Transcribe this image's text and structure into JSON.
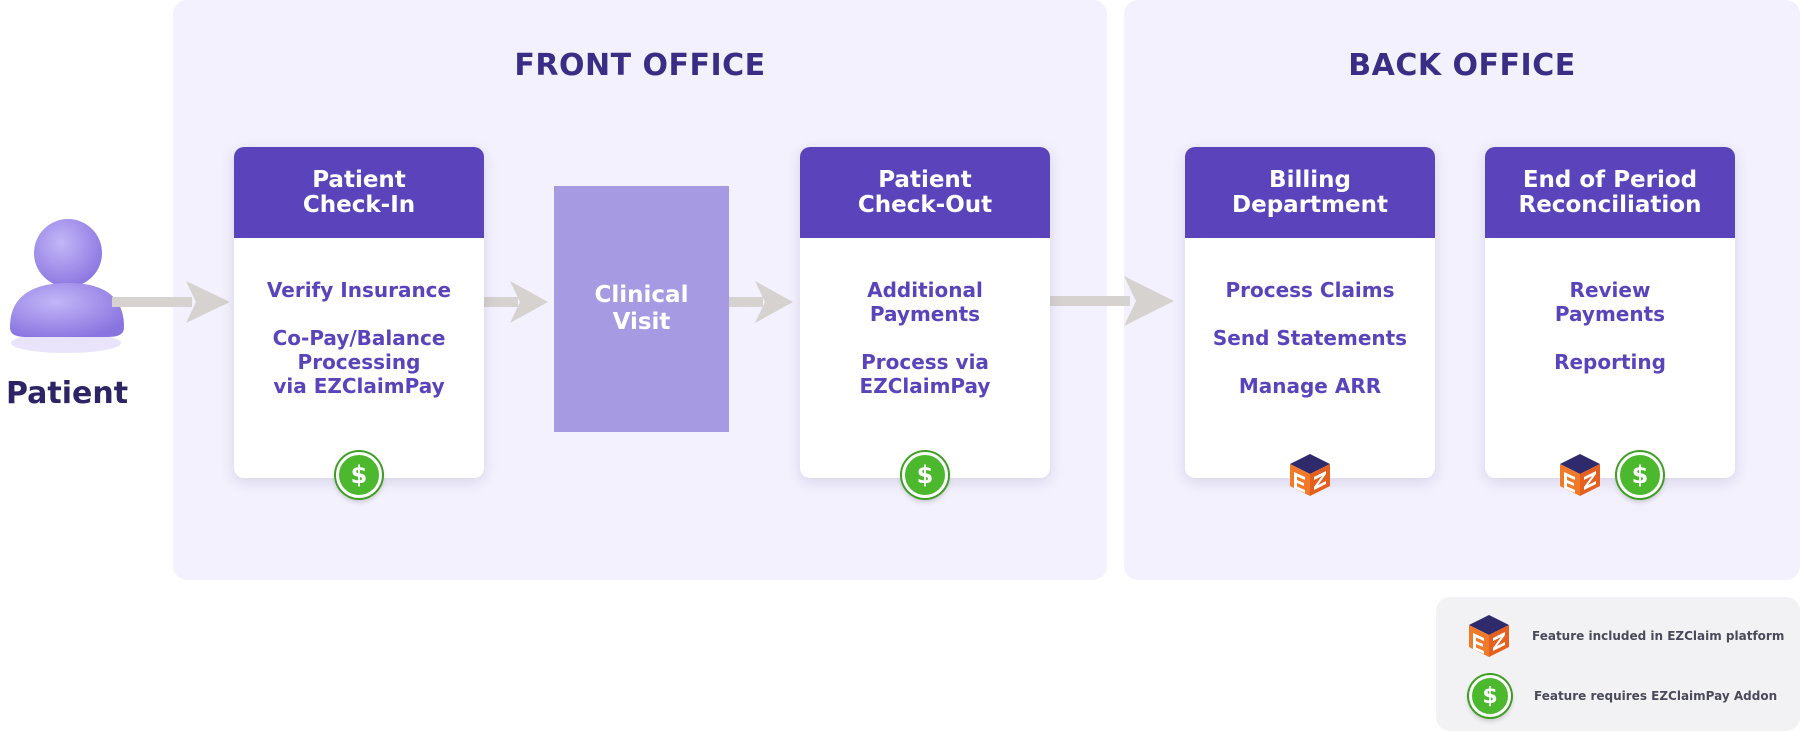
{
  "patient": {
    "label": "Patient"
  },
  "front_office": {
    "title": "FRONT OFFICE",
    "checkin": {
      "title_lines": [
        "Patient",
        "Check-In"
      ],
      "items": [
        [
          "Verify Insurance"
        ],
        [
          "Co-Pay/Balance",
          "Processing",
          "via EZClaimPay"
        ]
      ]
    },
    "clinical": {
      "title_lines": [
        "Clinical",
        "Visit"
      ]
    },
    "checkout": {
      "title_lines": [
        "Patient",
        "Check-Out"
      ],
      "items": [
        [
          "Additional",
          "Payments"
        ],
        [
          "Process via",
          "EZClaimPay"
        ]
      ]
    }
  },
  "back_office": {
    "title": "BACK OFFICE",
    "billing": {
      "title_lines": [
        "Billing",
        "Department"
      ],
      "items": [
        [
          "Process Claims"
        ],
        [
          "Send Statements"
        ],
        [
          "Manage ARR"
        ]
      ]
    },
    "reconciliation": {
      "title_lines": [
        "End of Period",
        "Reconciliation"
      ],
      "items": [
        [
          "Review",
          "Payments"
        ],
        [
          "Reporting"
        ]
      ]
    }
  },
  "badge_symbols": {
    "dollar": "$"
  },
  "legend": {
    "ez_text": "Feature included in EZClaim platform",
    "pay_text": "Feature requires EZClaimPay Addon"
  },
  "colors": {
    "accent": "#5b44bb",
    "clinical": "#a69be2",
    "panel": "#f3f1fd",
    "dollar_green": "#4cb82e",
    "ez_orange": "#f07a2a",
    "ez_navy": "#2f2a6b",
    "arrow": "#d6d2cf"
  },
  "icons": [
    "patient-avatar-icon",
    "dollar-icon",
    "ez-logo-icon",
    "arrow-right-icon"
  ]
}
